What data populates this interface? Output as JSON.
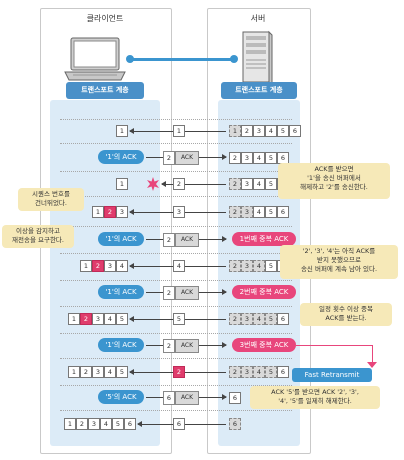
{
  "client": {
    "title": "클라이언트",
    "layer": "트랜스포트 계층"
  },
  "server": {
    "title": "서버",
    "layer": "트랜스포트 계층"
  },
  "labels": {
    "ack1": "'1'의 ACK",
    "ack5": "'5'의 ACK",
    "ack_word": "ACK",
    "dup1": "1번째 중복 ACK",
    "dup2": "2번째 중복 ACK",
    "dup3": "3번째 중복 ACK",
    "fast_retransmit": "Fast Retransmit"
  },
  "notes": {
    "n1": "ACK를 받으면 '1'을 송신 버퍼에서 해제하고 '2'를 송신한다.",
    "n1a": "ACK를 받으면",
    "n1b": "'1'을 송신 버퍼에서",
    "n1c": "해제하고 '2'를 송신한다.",
    "seq_a": "시퀀스 번호를",
    "seq_b": "건너뛰었다.",
    "gap_a": "이상을 감지하고",
    "gap_b": "재전송을 요구한다.",
    "n2a": "'2', '3', '4'는 아직 ACK를",
    "n2b": "받지 못했으므로",
    "n2c": "송신 버퍼에 계속 남아 있다.",
    "n3a": "일정 횟수 이상 중복",
    "n3b": "ACK를 받는다.",
    "n4a": "ACK '5'를 받으면 ACK '2', '3',",
    "n4b": "'4', '5'를 일제히 해제한다."
  },
  "nums": {
    "n1": "1",
    "n2": "2",
    "n3": "3",
    "n4": "4",
    "n5": "5",
    "n6": "6"
  },
  "colors": {
    "accent_blue": "#3b95cf",
    "accent_pink": "#e8467c",
    "layer_bg": "#dcebf7",
    "note_bg": "#f6e9b8"
  }
}
